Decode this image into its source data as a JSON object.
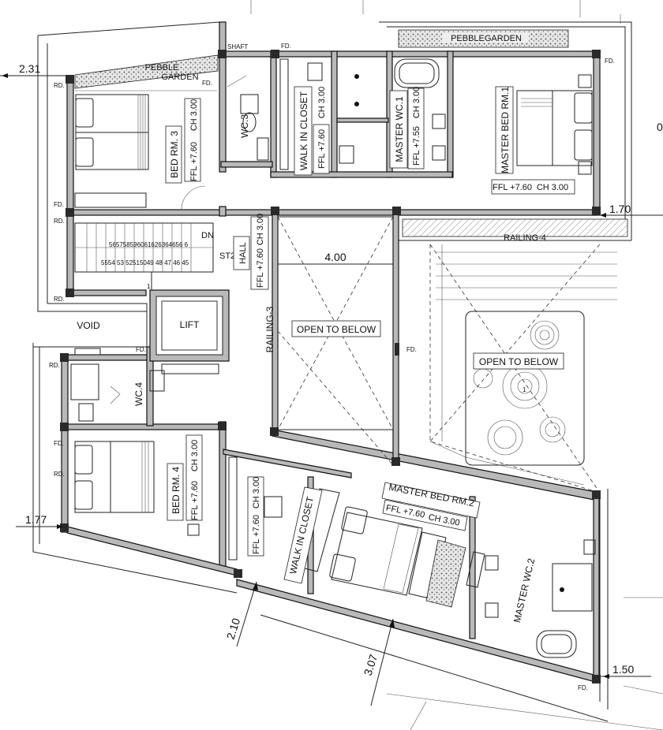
{
  "rooms": {
    "bed3": "BED RM. 3",
    "bed4": "BED RM. 4",
    "master_bed1": "MASTER BED RM.1",
    "master_bed2": "MASTER BED RM.2",
    "wc3": "WC.3",
    "wc4": "WC.4",
    "master_wc1": "MASTER WC.1",
    "master_wc2": "MASTER WC.2",
    "walk_in_closet_top": "WALK IN CLOSET",
    "walk_in_closet_bottom": "WALK IN CLOSET",
    "hall": "HALL",
    "lift": "LIFT",
    "void": "VOID",
    "st2": "ST2",
    "dn": "DN",
    "open_below_1": "OPEN TO BELOW",
    "open_below_2": "OPEN TO BELOW",
    "pebble_garden_left": [
      "PEBBLE",
      "GARDEN"
    ],
    "pebble_garden_top": "PEBBLEGARDEN",
    "railing3": "RAILING-3",
    "railing4": "RAILING-4",
    "shaft": "SHAFT"
  },
  "levels": {
    "ffl_760": "FFL +7.60",
    "ffl_755": "FFL +7.55",
    "ch_300": "CH 3.00"
  },
  "drain_labels": {
    "fd": "FD.",
    "rd": "RD."
  },
  "stairs": {
    "upper_steps": "565758596061626364656 6",
    "lower_steps": "5554 53 52515049 48 47 46 45",
    "step_mark": "1"
  },
  "dimensions": {
    "d231": "2.31",
    "d170": "1.70",
    "d400": "4.00",
    "d177": "1.77",
    "d210": "2.10",
    "d307": "3.07",
    "d150": "1.50",
    "d0": "0"
  },
  "fountain_mark": "1"
}
